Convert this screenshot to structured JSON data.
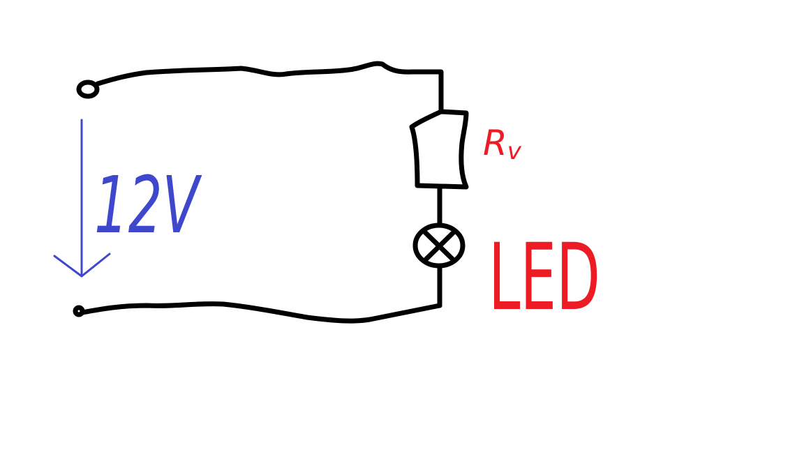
{
  "diagram": {
    "voltage_label": "12V",
    "resistor_label": "R",
    "resistor_subscript": "v",
    "led_label": "LED",
    "colors": {
      "wire": "#000000",
      "voltage": "#3f48cc",
      "component_label": "#ed1c24",
      "background": "#ffffff"
    },
    "icons": {
      "terminal": "terminal-circle-icon",
      "lamp": "lamp-cross-icon",
      "arrow": "arrow-down-icon"
    }
  }
}
